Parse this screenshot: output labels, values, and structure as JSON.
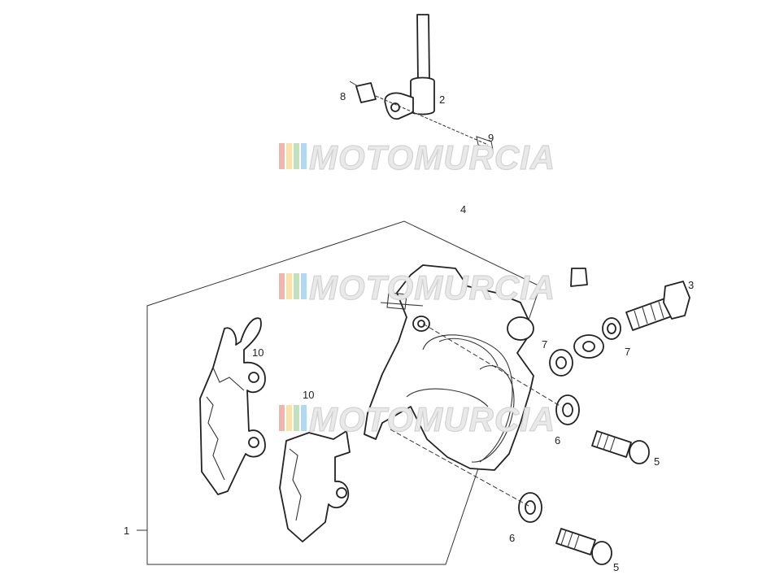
{
  "labels": {
    "l1": "1",
    "l2": "2",
    "l3": "3",
    "l4": "4",
    "l5a": "5",
    "l5b": "5",
    "l6a": "6",
    "l6b": "6",
    "l7a": "7",
    "l7b": "7",
    "l8": "8",
    "l9": "9",
    "l10a": "10",
    "l10b": "10"
  },
  "watermark": {
    "text": "MOTOMURCIA",
    "colors": [
      "#e05a4a",
      "#f0c24a",
      "#6cbf6a",
      "#58a8d8"
    ]
  }
}
